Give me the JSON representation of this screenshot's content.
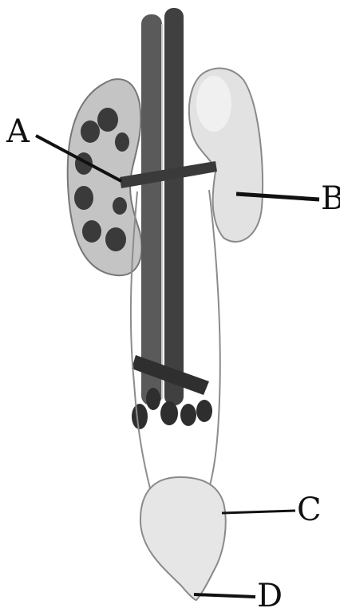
{
  "labels": {
    "a": "A",
    "b": "B",
    "c": "C",
    "d": "D"
  },
  "colors": {
    "ink": "#111111",
    "vessel": "#4a4a4a",
    "kidney_left": "#bdbdbd",
    "kidney_spot": "#333333",
    "kidney_right": "#dcdcdc",
    "bladder": "#e6e6e6"
  }
}
